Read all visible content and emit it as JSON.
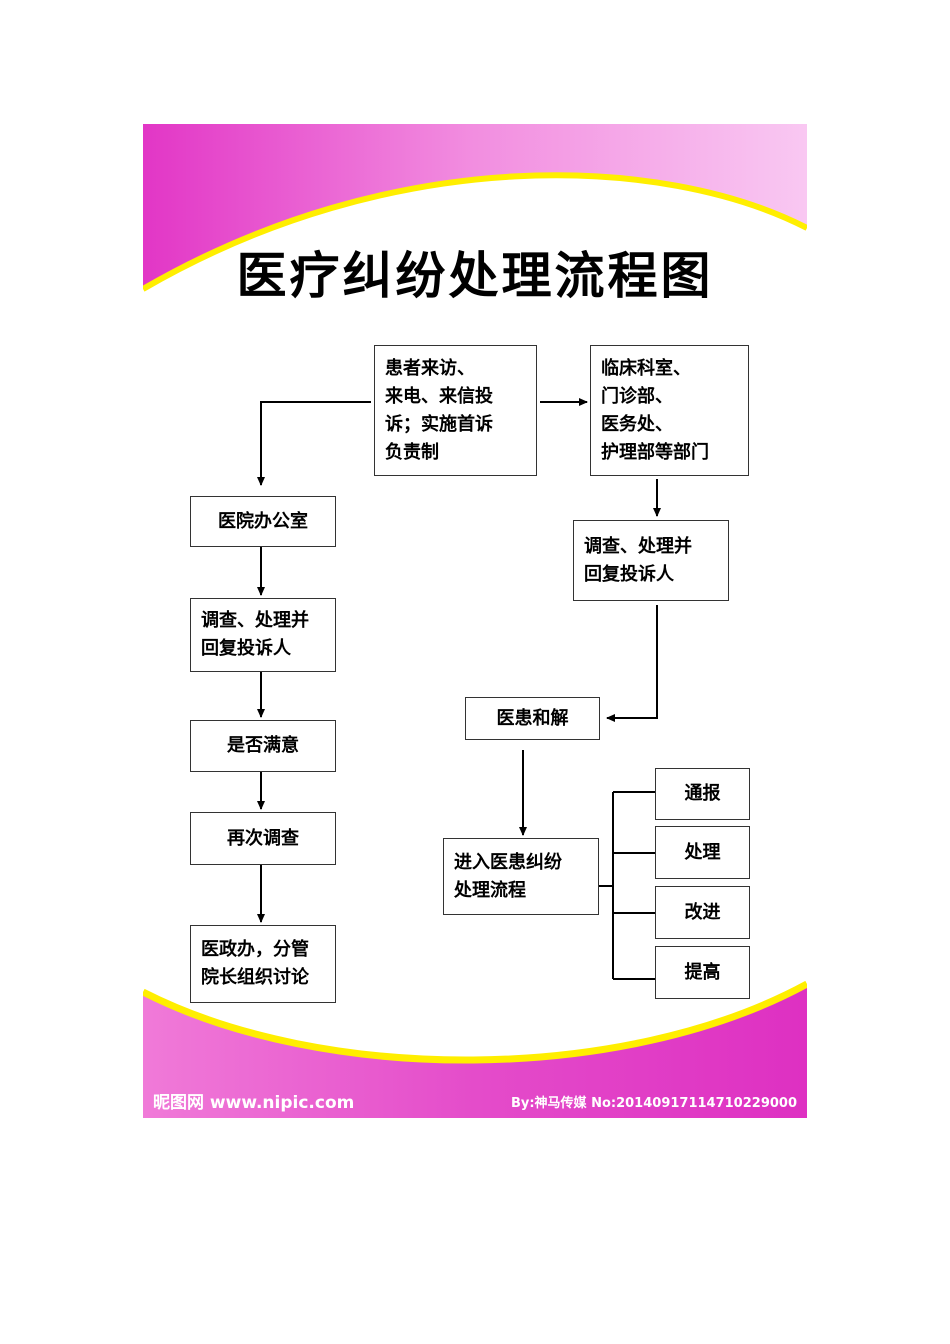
{
  "title": "医疗纠纷处理流程图",
  "nodes": {
    "complaint": "患者来访、\n来电、来信投\n诉；实施首诉\n负责制",
    "departments": "临床科室、\n门诊部、\n医务处、\n护理部等部门",
    "office": "医院办公室",
    "investigate_left": "调查、处理并\n回复投诉人",
    "investigate_right": "调查、处理并\n回复投诉人",
    "satisfied": "是否满意",
    "reinvestigate": "再次调查",
    "discussion": "医政办，分管\n院长组织讨论",
    "reconcile": "医患和解",
    "dispute_process": "进入医患纠纷\n处理流程",
    "notify": "通报",
    "handle": "处理",
    "improve": "改进",
    "raise": "提高"
  },
  "footer": {
    "site": "昵图网 www.nipic.com",
    "credit": "By:神马传媒 No:20140917114710229000"
  },
  "colors": {
    "magenta": "#e838c8",
    "pink_light": "#f7b8ee",
    "yellow": "#ffee00"
  }
}
